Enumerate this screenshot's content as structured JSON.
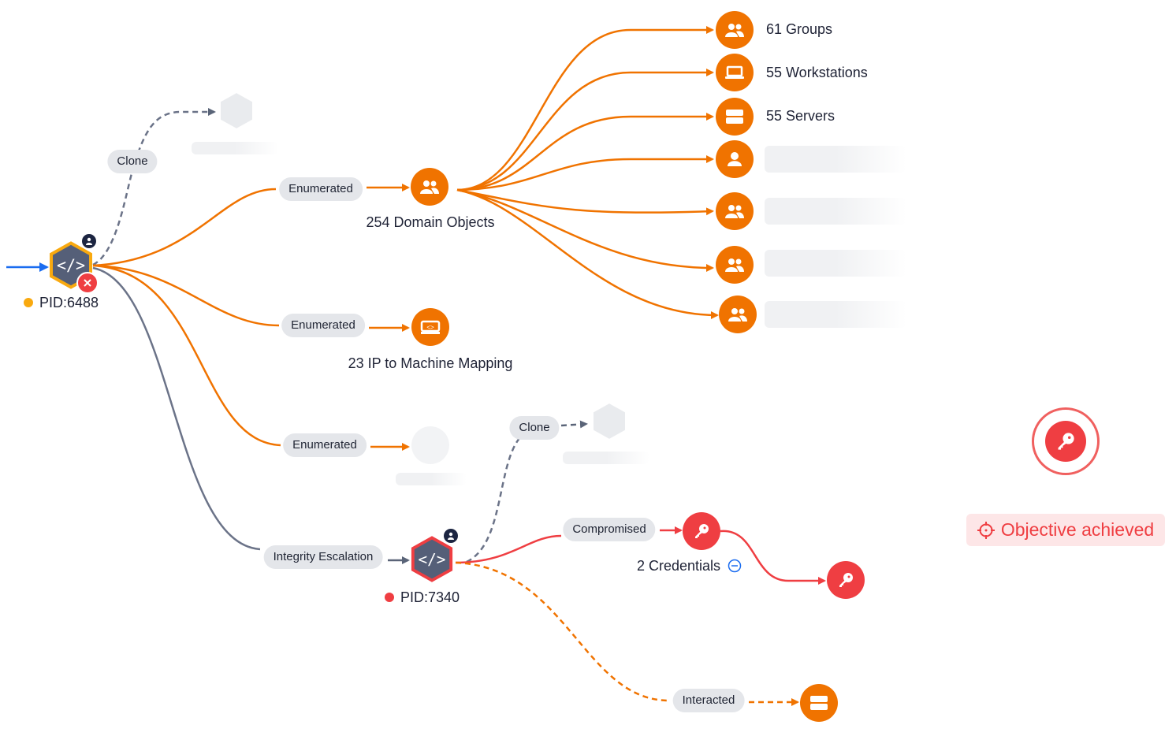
{
  "nodes": {
    "root": {
      "pid": "PID:6488",
      "status_color": "#f9a90f"
    },
    "child": {
      "pid": "PID:7340",
      "status_color": "#ef3e42"
    },
    "domain_objects": {
      "label": "254 Domain Objects"
    },
    "ip_mapping": {
      "label": "23 IP to Machine Mapping"
    },
    "groups": {
      "label": "61 Groups"
    },
    "workstations": {
      "label": "55 Workstations"
    },
    "servers": {
      "label": "55 Servers"
    },
    "credentials": {
      "label": "2 Credentials"
    }
  },
  "edges": {
    "clone1": "Clone",
    "enum1": "Enumerated",
    "enum2": "Enumerated",
    "enum3": "Enumerated",
    "integrity": "Integrity Escalation",
    "clone2": "Clone",
    "compromised": "Compromised",
    "interacted": "Interacted"
  },
  "objective": {
    "label": "Objective achieved"
  },
  "colors": {
    "orange": "#f07300",
    "red": "#ef3e42",
    "slate": "#5a6478",
    "blue": "#1a6cf0"
  }
}
